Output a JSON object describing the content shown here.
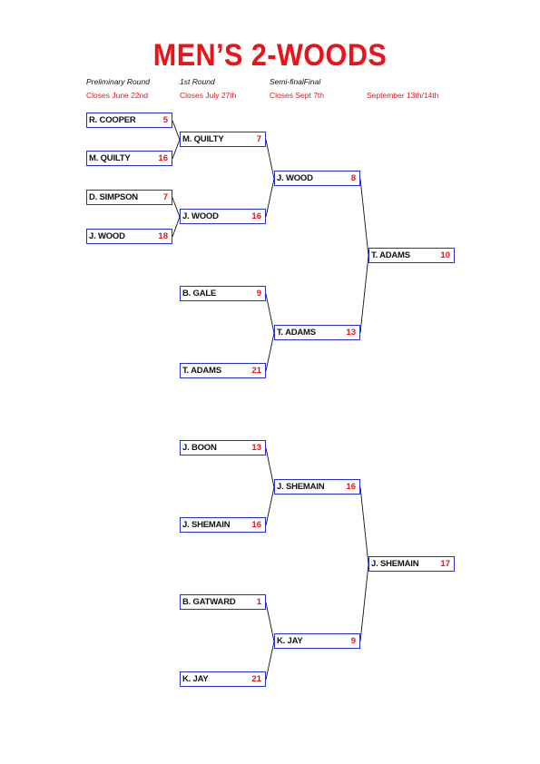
{
  "title": "MEN’S 2-WOODS",
  "rounds": [
    {
      "name": "Preliminary Round",
      "closes": "Closes June 22nd"
    },
    {
      "name": "1st Round",
      "closes": "Closes July 27th"
    },
    {
      "name": "Semi-finalFinal",
      "closes": "Closes Sept 7th"
    },
    {
      "name": "",
      "closes": "September 13th/14th"
    }
  ],
  "preliminary": [
    {
      "name": "R. COOPER",
      "score": "5"
    },
    {
      "name": "M. QUILTY",
      "score": "16"
    },
    {
      "name": "D. SIMPSON",
      "score": "7"
    },
    {
      "name": "J. WOOD",
      "score": "18"
    }
  ],
  "first_round": [
    {
      "name": "M. QUILTY",
      "score": "7"
    },
    {
      "name": "J. WOOD",
      "score": "16"
    },
    {
      "name": "B. GALE",
      "score": "9"
    },
    {
      "name": "T. ADAMS",
      "score": "21"
    },
    {
      "name": "J. BOON",
      "score": "13"
    },
    {
      "name": "J. SHEMAIN",
      "score": "16"
    },
    {
      "name": "B. GATWARD",
      "score": "1"
    },
    {
      "name": "K. JAY",
      "score": "21"
    }
  ],
  "semi_final": [
    {
      "name": "J. WOOD",
      "score": "8"
    },
    {
      "name": "T. ADAMS",
      "score": "13"
    },
    {
      "name": "J. SHEMAIN",
      "score": "16"
    },
    {
      "name": "K. JAY",
      "score": "9"
    }
  ],
  "final": [
    {
      "name": "T. ADAMS",
      "score": "10"
    },
    {
      "name": "J. SHEMAIN",
      "score": "17"
    }
  ]
}
